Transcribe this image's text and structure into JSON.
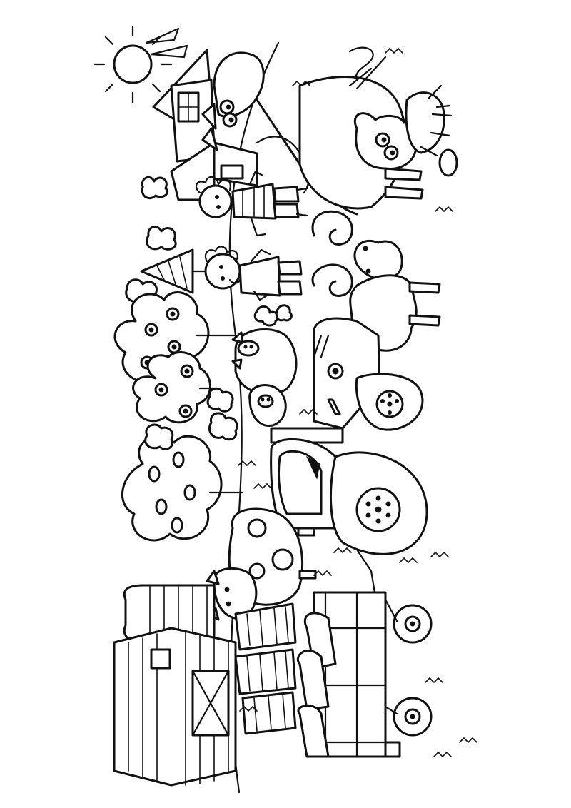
{
  "page": {
    "kind": "coloring-page",
    "orientation": "rotated-90-clockwise",
    "theme": "farm scene",
    "background": "#ffffff",
    "line_color": "#111111"
  },
  "scene_elements": [
    "sun",
    "farmhouse",
    "giraffe",
    "cat",
    "boy",
    "girl",
    "ram",
    "pigs",
    "apple-trees",
    "pear-tree",
    "tractor",
    "cow",
    "hay-bales",
    "trailer",
    "barn",
    "silo",
    "grass-tufts",
    "clouds",
    "pine-tree"
  ]
}
